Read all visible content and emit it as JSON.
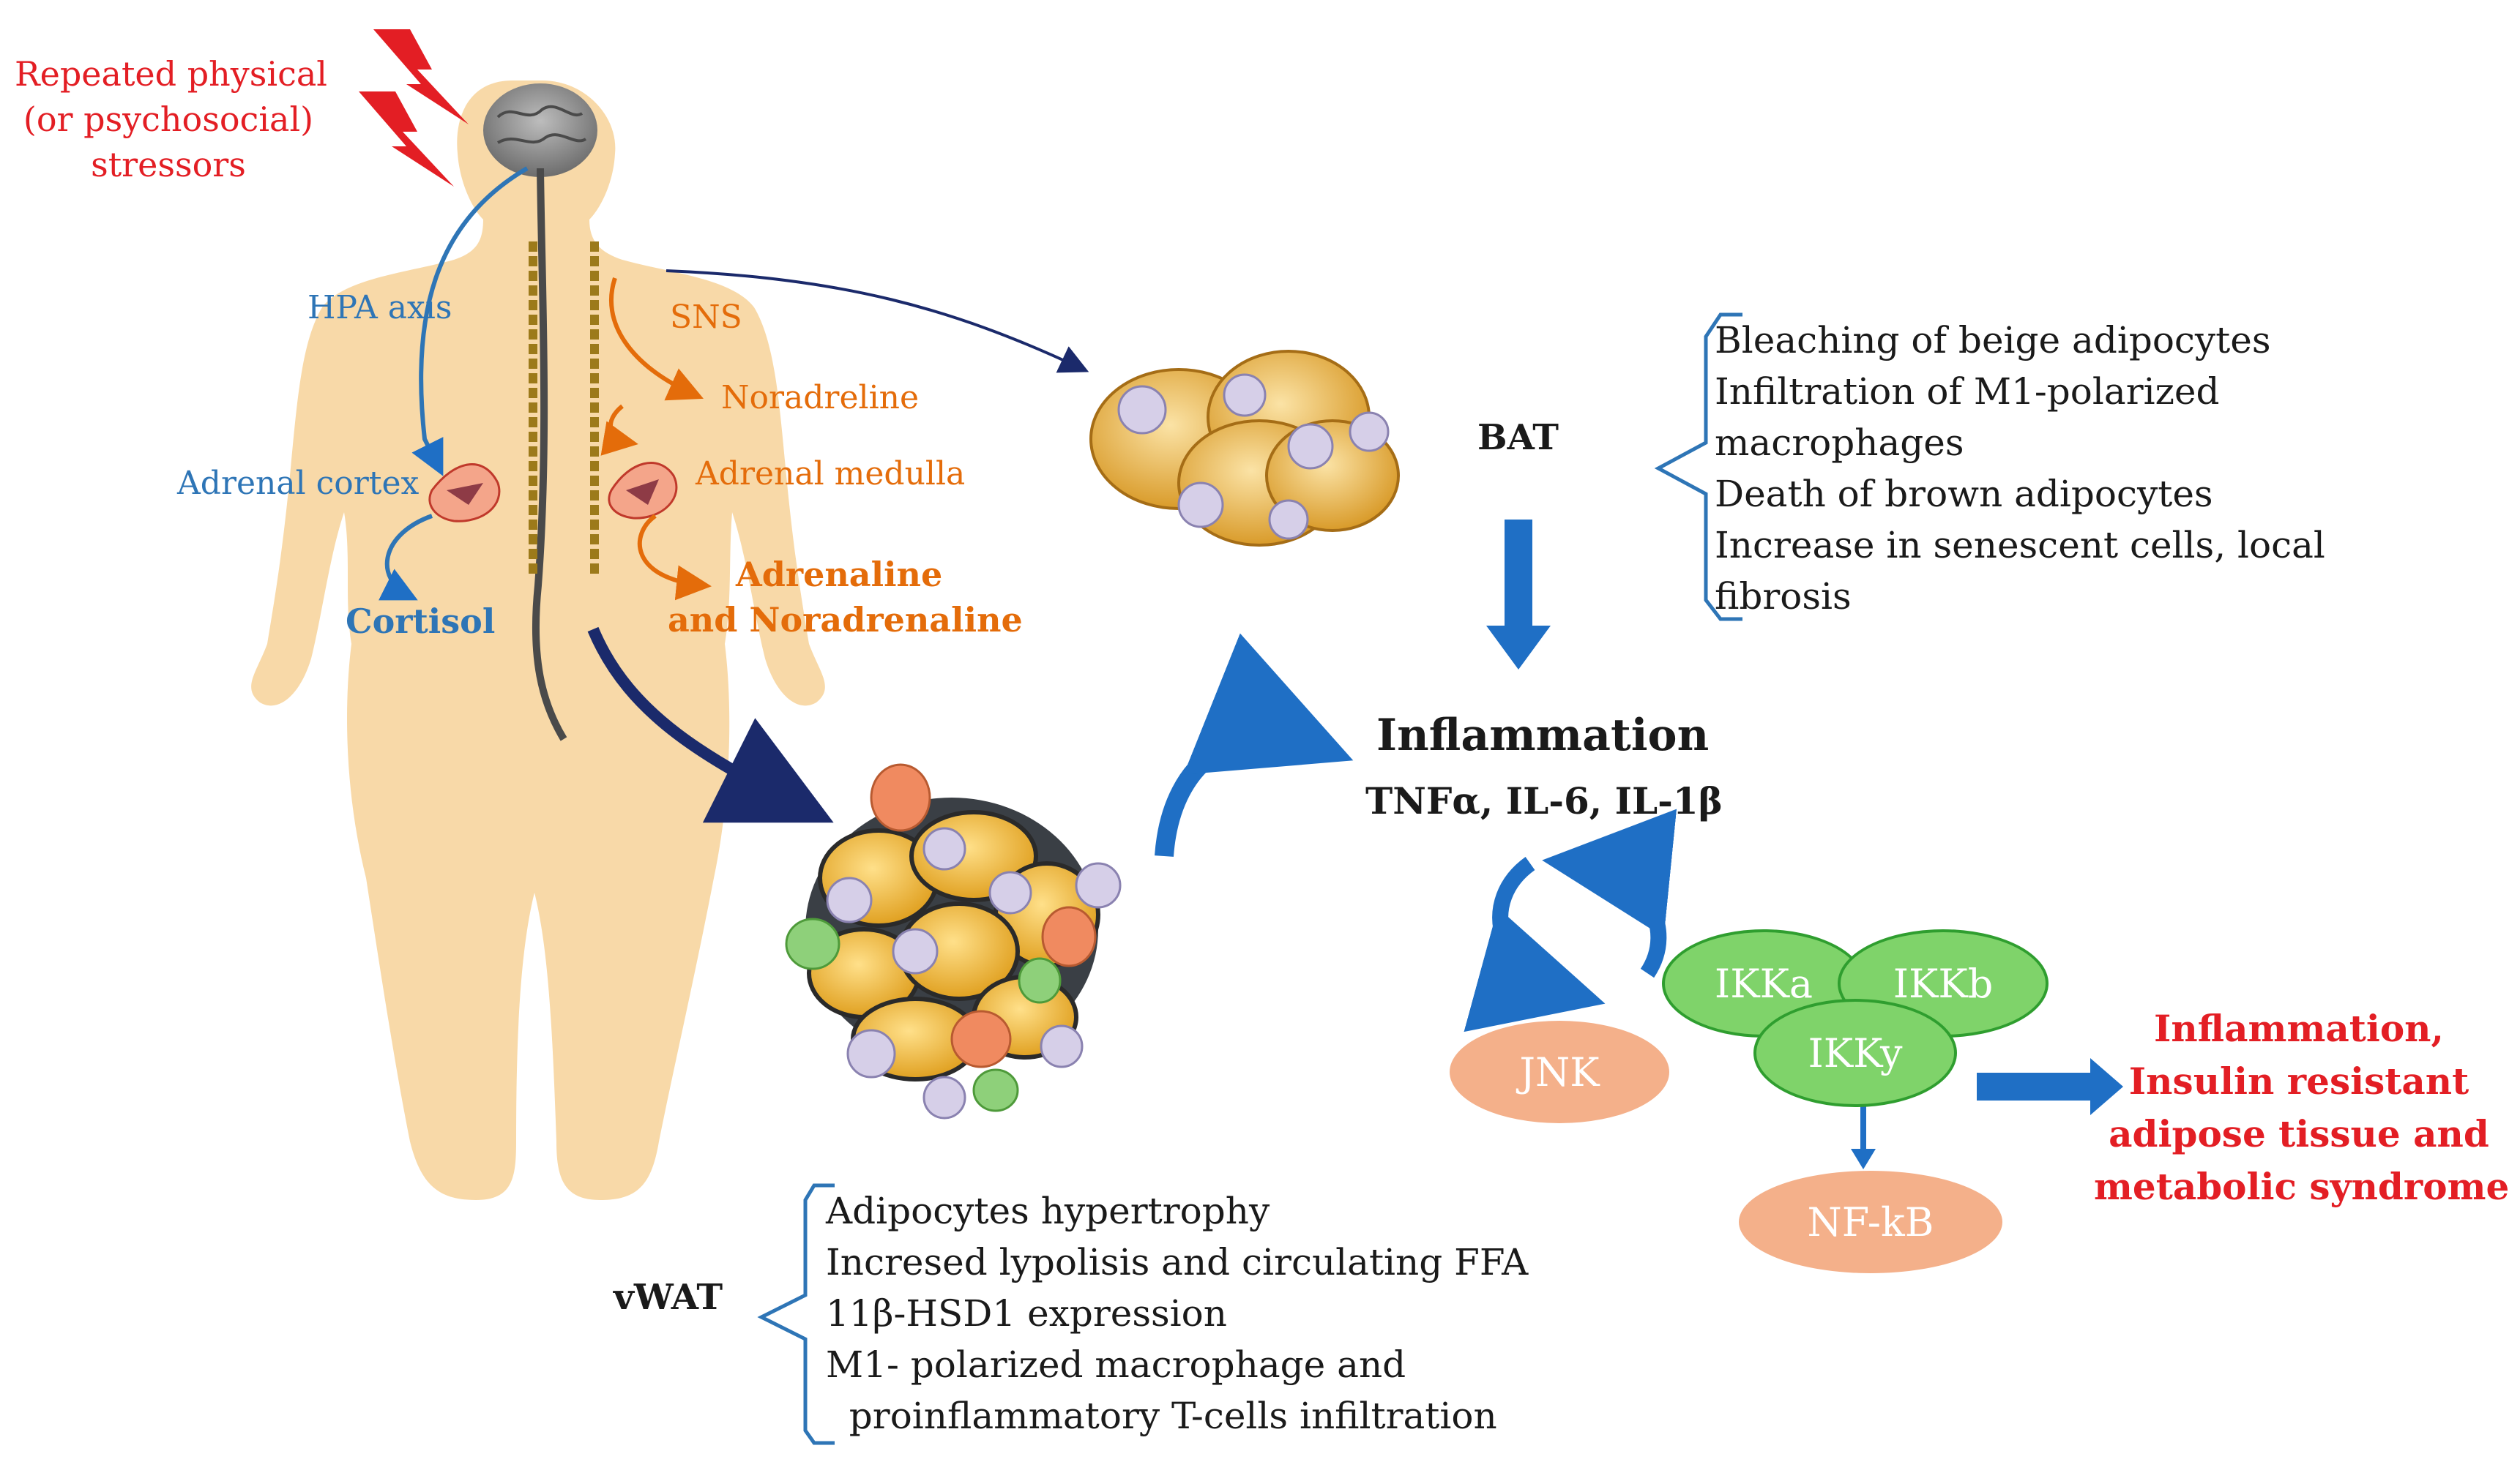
{
  "stressor": {
    "line1": "Repeated physical",
    "line2": "(or psychosocial)",
    "line3": "stressors"
  },
  "body_labels": {
    "hpa_axis": "HPA axis",
    "sns": "SNS",
    "noradreline": "Noradreline",
    "adrenal_cortex": "Adrenal cortex",
    "adrenal_medulla": "Adrenal medulla",
    "cortisol": "Cortisol",
    "adrenaline_line1": "Adrenaline",
    "adrenaline_line2": "and Noradrenaline"
  },
  "bat": {
    "label": "BAT",
    "effects": [
      "Bleaching of beige adipocytes",
      "Infiltration of M1-polarized",
      "macrophages",
      "Death of brown adipocytes",
      "Increase in senescent cells, local",
      "fibrosis"
    ]
  },
  "inflammation": {
    "title": "Inflammation",
    "cytokines": "TNFα, IL-6, IL-1β"
  },
  "signaling": {
    "ikka": "IKKa",
    "ikkb": "IKKb",
    "ikky": "IKKy",
    "jnk": "JNK",
    "nfkb": "NF-kB"
  },
  "outcome": {
    "line1": "Inflammation,",
    "line2": "Insulin resistant",
    "line3": "adipose tissue and",
    "line4": "metabolic syndrome"
  },
  "vwat": {
    "label": "vWAT",
    "effects": [
      "Adipocytes hypertrophy",
      "Incresed lypolisis and circulating FFA",
      "11β-HSD1 expression",
      "M1- polarized macrophage and",
      "  proinflammatory T-cells infiltration"
    ]
  },
  "colors": {
    "stress_red": "#e31e24",
    "hpa_blue": "#2e75b6",
    "sns_orange": "#e46c0a",
    "skin": "#f8d9a8",
    "ikk_green": "#7fd36a",
    "kinase_salmon": "#f4b08a",
    "arrow_blue": "#1f6fc5",
    "arrow_navy": "#1b2a6b"
  }
}
